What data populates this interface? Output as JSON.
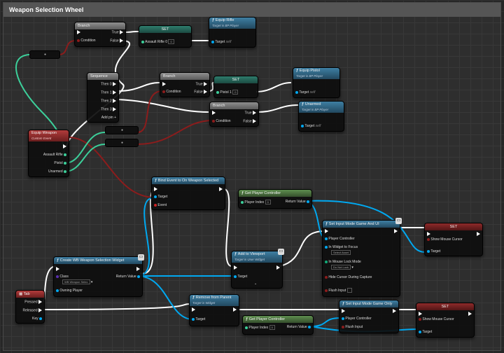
{
  "comment": {
    "title": "Weapon Selection Wheel"
  },
  "nodes": {
    "branch1": {
      "title": "Branch",
      "true_label": "True",
      "false_label": "False",
      "condition_label": "Condition"
    },
    "set_rifle": {
      "title": "SET",
      "pin_label": "Assault Rifle 0",
      "value": "0"
    },
    "equip_rifle": {
      "title": "Equip Rifle",
      "subtitle": "Target is BP Player",
      "target_label": "Target",
      "target_value": "self"
    },
    "sequence": {
      "title": "Sequence",
      "pins": [
        "Then 0",
        "Then 1",
        "Then 2",
        "Then 3"
      ],
      "add_pin": "Add pin"
    },
    "branch2": {
      "title": "Branch",
      "true_label": "True",
      "false_label": "False",
      "condition_label": "Condition"
    },
    "set_pistol": {
      "title": "SET",
      "pin_label": "Pistol 1",
      "value": "0"
    },
    "equip_pistol": {
      "title": "Equip Pistol",
      "subtitle": "Target is BP Player",
      "target_label": "Target",
      "target_value": "self"
    },
    "branch3": {
      "title": "Branch",
      "true_label": "True",
      "false_label": "False",
      "condition_label": "Condition"
    },
    "unarmed": {
      "title": "Unarmed",
      "subtitle": "Target is BP Player",
      "target_label": "Target",
      "target_value": "self"
    },
    "custom_event": {
      "title": "Equip Weapon",
      "subtitle": "Custom Event",
      "pins": [
        "Assault Rifle",
        "Pistol",
        "Unarmed"
      ]
    },
    "bind_event": {
      "title": "Bind Event to On Weapon Selected",
      "target_label": "Target",
      "event_label": "Event"
    },
    "get_pc1": {
      "title": "Get Player Controller",
      "pin_label": "Player Index",
      "pin_value": "0",
      "return_label": "Return Value"
    },
    "set_input_game_ui": {
      "title": "Set Input Mode Game And UI",
      "pins": [
        "Player Controller",
        "In Widget to Focus",
        "In Mouse Lock Mode",
        "Hide Cursor During Capture",
        "Flush Input"
      ],
      "widget_value": "Select Asset",
      "lock_value": "Do Not Lock"
    },
    "set_cursor1": {
      "title": "SET",
      "pin_label": "Show Mouse Cursor",
      "target_label": "Target"
    },
    "create_widget": {
      "title": "Create WB Weapon Selection Widget",
      "class_label": "Class",
      "class_value": "WB Weapon Selec",
      "owner_label": "Owning Player",
      "return_label": "Return Value"
    },
    "add_viewport": {
      "title": "Add to Viewport",
      "subtitle": "Target is User Widget",
      "target_label": "Target"
    },
    "tab_key": {
      "title": "Tab",
      "pins": [
        "Pressed",
        "Released",
        "Key"
      ]
    },
    "remove_parent": {
      "title": "Remove from Parent",
      "subtitle": "Target is Widget",
      "target_label": "Target"
    },
    "get_pc2": {
      "title": "Get Player Controller",
      "pin_label": "Player Index",
      "pin_value": "0",
      "return_label": "Return Value"
    },
    "set_input_game": {
      "title": "Set Input Mode Game Only",
      "pins": [
        "Player Controller",
        "Flush Input"
      ]
    },
    "set_cursor2": {
      "title": "SET",
      "pin_label": "Show Mouse Cursor",
      "target_label": "Target"
    }
  },
  "colors": {
    "exec": "#ffffff",
    "bool": "#8c1c1c",
    "object": "#00a8f0",
    "struct_var": "#3ccf9a",
    "class": "#5a2fb0"
  },
  "icons": [
    "function-icon",
    "monitor-icon",
    "chevron-down-icon"
  ]
}
